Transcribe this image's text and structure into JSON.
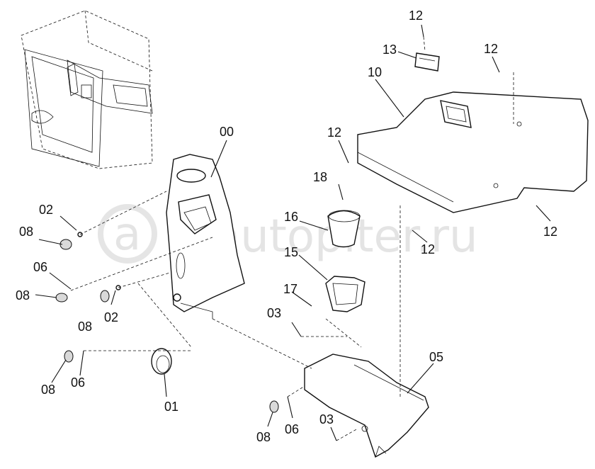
{
  "watermark": "autopiter.ru",
  "callouts": [
    {
      "id": "c00",
      "text": "00"
    },
    {
      "id": "c01",
      "text": "01"
    },
    {
      "id": "c02a",
      "text": "02"
    },
    {
      "id": "c02b",
      "text": "02"
    },
    {
      "id": "c03a",
      "text": "03"
    },
    {
      "id": "c03b",
      "text": "03"
    },
    {
      "id": "c05",
      "text": "05"
    },
    {
      "id": "c06a",
      "text": "06"
    },
    {
      "id": "c06b",
      "text": "06"
    },
    {
      "id": "c06c",
      "text": "06"
    },
    {
      "id": "c08a",
      "text": "08"
    },
    {
      "id": "c08b",
      "text": "08"
    },
    {
      "id": "c08c",
      "text": "08"
    },
    {
      "id": "c08d",
      "text": "08"
    },
    {
      "id": "c08e",
      "text": "08"
    },
    {
      "id": "c10",
      "text": "10"
    },
    {
      "id": "c12a",
      "text": "12"
    },
    {
      "id": "c12b",
      "text": "12"
    },
    {
      "id": "c12c",
      "text": "12"
    },
    {
      "id": "c12d",
      "text": "12"
    },
    {
      "id": "c12e",
      "text": "12"
    },
    {
      "id": "c13",
      "text": "13"
    },
    {
      "id": "c15",
      "text": "15"
    },
    {
      "id": "c16",
      "text": "16"
    },
    {
      "id": "c17",
      "text": "17"
    },
    {
      "id": "c18",
      "text": "18"
    }
  ]
}
